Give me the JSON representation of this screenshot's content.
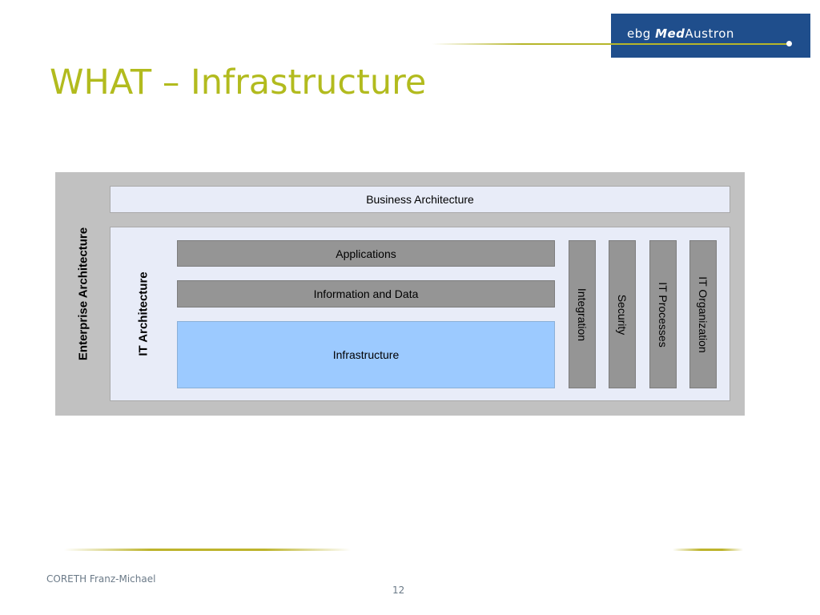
{
  "header": {
    "logo": {
      "ebg": "ebg",
      "med": "Med",
      "austron": "Austron"
    },
    "title": "WHAT – Infrastructure"
  },
  "diagram": {
    "enterprise_label": "Enterprise Architecture",
    "business_label": "Business Architecture",
    "it_label": "IT Architecture",
    "layers": [
      "Applications",
      "Information and Data",
      "Infrastructure"
    ],
    "pillars": [
      "Integration",
      "Security",
      "IT Processes",
      "IT Organization"
    ],
    "highlighted_layer": "Infrastructure"
  },
  "footer": {
    "author": "CORETH Franz-Michael",
    "page": "12"
  },
  "colors": {
    "title": "#b2bb1e",
    "logo_bg": "#1f4e8c",
    "highlight": "#9ccaff",
    "layer_gray": "#959595",
    "frame_gray": "#c1c1c1",
    "panel_bg": "#e8ecf8"
  }
}
